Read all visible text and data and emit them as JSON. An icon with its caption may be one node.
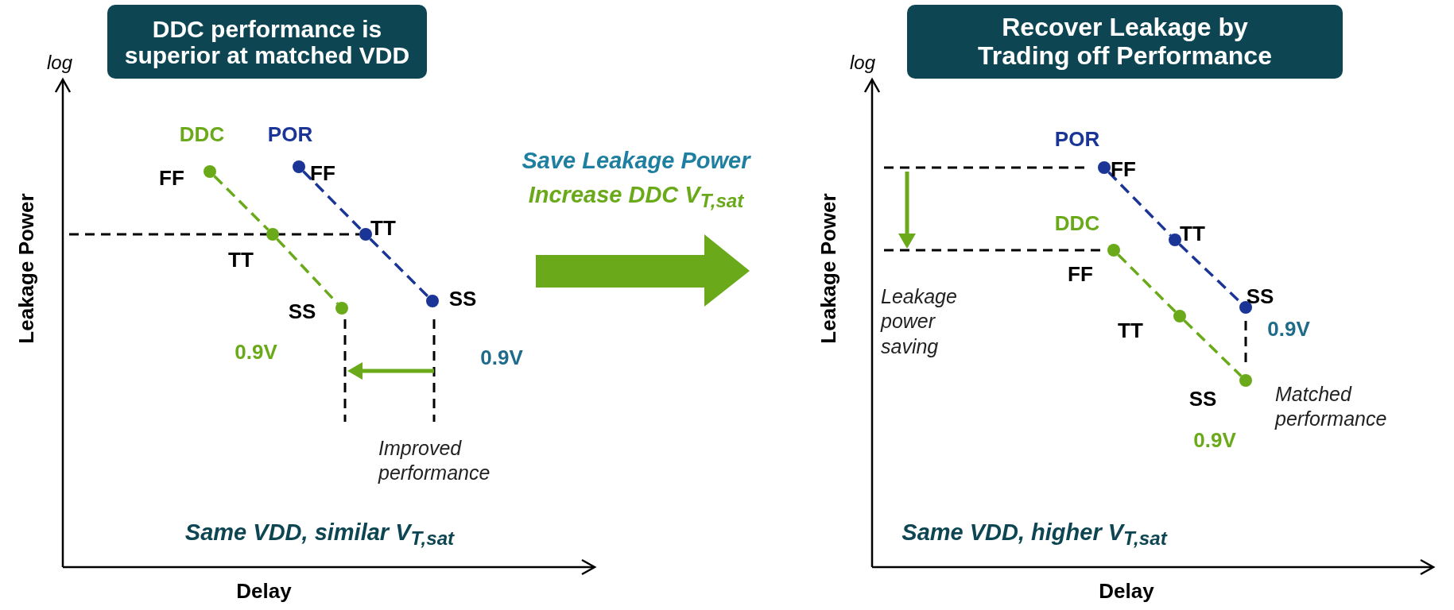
{
  "diagram": {
    "nodes": [
      {
        "text": [
          "DDC performance is superior at matched VDD"
        ]
      },
      {
        "text": [
          "Recover Leakage by Trading off Performance"
        ]
      },
      {
        "text": [],
        "shape": "circle",
        "beside": [
          "FF"
        ]
      },
      {
        "text": [],
        "shape": "circle",
        "beside": [
          "TT"
        ]
      },
      {
        "text": [],
        "shape": "circle",
        "beside": [
          "SS"
        ]
      },
      {
        "text": [],
        "shape": "circle",
        "beside": [
          "FF"
        ]
      },
      {
        "text": [],
        "shape": "circle",
        "beside": [
          "TT"
        ]
      },
      {
        "text": [],
        "shape": "circle",
        "beside": [
          "SS"
        ]
      },
      {
        "text": [],
        "shape": "circle",
        "beside": [
          "FF"
        ]
      },
      {
        "text": [],
        "shape": "circle",
        "beside": [
          "TT"
        ]
      },
      {
        "text": [],
        "shape": "circle",
        "beside": [
          "SS"
        ]
      },
      {
        "text": [],
        "shape": "circle",
        "beside": [
          "FF"
        ]
      },
      {
        "text": [],
        "shape": "circle",
        "beside": [
          "TT"
        ]
      },
      {
        "text": [],
        "shape": "circle",
        "beside": [
          "SS"
        ]
      }
    ],
    "edges": [
      {
        "from": 2,
        "to": 3,
        "arrow": "none",
        "style": "dashed",
        "color": "#6aaa1a"
      },
      {
        "from": 3,
        "to": 4,
        "arrow": "none",
        "style": "dashed",
        "color": "#6aaa1a"
      },
      {
        "from": 5,
        "to": 6,
        "arrow": "none",
        "style": "dashed",
        "color": "#1a3596"
      },
      {
        "from": 6,
        "to": 7,
        "arrow": "none",
        "style": "dashed",
        "color": "#1a3596"
      },
      {
        "from": 8,
        "to": 9,
        "arrow": "none",
        "style": "dashed",
        "color": "#1a3596"
      },
      {
        "from": 9,
        "to": 10,
        "arrow": "none",
        "style": "dashed",
        "color": "#1a3596"
      },
      {
        "from": 11,
        "to": 12,
        "arrow": "none",
        "style": "dashed",
        "color": "#6aaa1a"
      },
      {
        "from": 12,
        "to": 13,
        "arrow": "none",
        "style": "dashed",
        "color": "#6aaa1a"
      }
    ],
    "labels": [
      "log",
      "Leakage Power",
      "DDC",
      "POR",
      "0.9V",
      "0.9V",
      "Improved performance",
      "Same VDD, similar V$_{T,sat}$",
      "Delay",
      "Save Leakage Power",
      "Increase DDC V$_{T,sat}$",
      "log",
      "Leakage Power",
      "POR",
      "0.9V",
      "DDC",
      "Leakage power saving",
      "Matched performance",
      "0.9V",
      "Same VDD, higher V$_{T,sat}$",
      "Delay"
    ]
  }
}
